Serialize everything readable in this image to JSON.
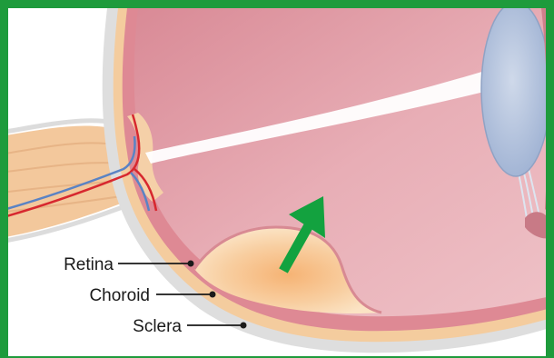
{
  "diagram": {
    "labels": {
      "retina": "Retina",
      "choroid": "Choroid",
      "sclera": "Sclera"
    },
    "colors": {
      "frame": "#1e9b3c",
      "arrow": "#13a23f",
      "sclera": "#dcdcdc",
      "choroid": "#f4cc9e",
      "retina_tissue": "#e08490",
      "vitreous": "#eab3bb",
      "lens": "#b3c3dd",
      "optic_nerve": "#f2c79a",
      "artery": "#d7282f",
      "vein": "#5a83c4"
    },
    "icons": {
      "arrow": "arrow-up-right-icon"
    }
  }
}
